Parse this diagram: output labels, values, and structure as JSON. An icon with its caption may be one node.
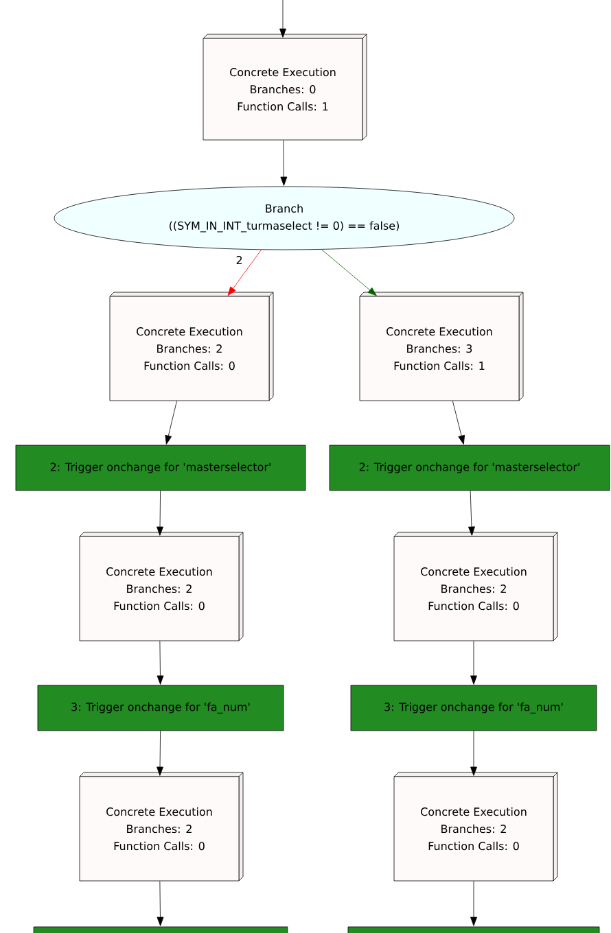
{
  "diagram": {
    "nodes": [
      {
        "text": [
          "Concrete Execution",
          "Branches: 0",
          "Function Calls: 1"
        ]
      },
      {
        "text": [
          "Branch",
          "((SYM_IN_INT_turmaselect != 0) == false)"
        ]
      },
      {
        "text": [
          "Concrete Execution",
          "Branches: 2",
          "Function Calls: 0"
        ]
      },
      {
        "text": [
          "Concrete Execution",
          "Branches: 3",
          "Function Calls: 1"
        ]
      },
      {
        "text": [
          "2: Trigger onchange for 'masterselector'"
        ]
      },
      {
        "text": [
          "2: Trigger onchange for 'masterselector'"
        ]
      },
      {
        "text": [
          "Concrete Execution",
          "Branches: 2",
          "Function Calls: 0"
        ]
      },
      {
        "text": [
          "Concrete Execution",
          "Branches: 2",
          "Function Calls: 0"
        ]
      },
      {
        "text": [
          "3: Trigger onchange for 'fa_num'"
        ]
      },
      {
        "text": [
          "3: Trigger onchange for 'fa_num'"
        ]
      },
      {
        "text": [
          "Concrete Execution",
          "Branches: 2",
          "Function Calls: 0"
        ]
      },
      {
        "text": [
          "Concrete Execution",
          "Branches: 2",
          "Function Calls: 0"
        ]
      },
      {
        "text": [],
        "shape": "box"
      },
      {
        "text": [],
        "shape": "box"
      }
    ],
    "edges": [
      {
        "from": null,
        "to": 0,
        "arrow": "to"
      },
      {
        "from": 0,
        "to": 1,
        "arrow": "to"
      },
      {
        "from": 1,
        "to": 2,
        "arrow": "to",
        "label": "2",
        "color": "#ff0000"
      },
      {
        "from": 1,
        "to": 3,
        "arrow": "to",
        "color": "#006400"
      },
      {
        "from": 2,
        "to": 4,
        "arrow": "to"
      },
      {
        "from": 3,
        "to": 5,
        "arrow": "to"
      },
      {
        "from": 4,
        "to": 6,
        "arrow": "to"
      },
      {
        "from": 5,
        "to": 7,
        "arrow": "to"
      },
      {
        "from": 6,
        "to": 8,
        "arrow": "to"
      },
      {
        "from": 7,
        "to": 9,
        "arrow": "to"
      },
      {
        "from": 8,
        "to": 10,
        "arrow": "to"
      },
      {
        "from": 9,
        "to": 11,
        "arrow": "to"
      },
      {
        "from": 10,
        "to": 12,
        "arrow": "to"
      },
      {
        "from": 11,
        "to": 13,
        "arrow": "to"
      }
    ]
  }
}
